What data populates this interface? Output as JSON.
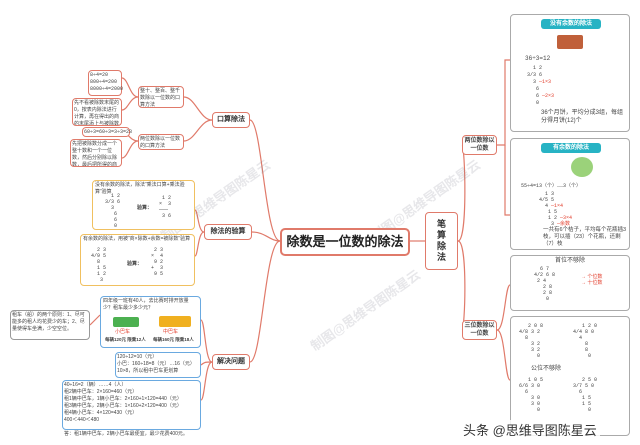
{
  "center_title": "除数是一位数的除法",
  "branches": {
    "oral": "口算除法",
    "check": "除法的验算",
    "problem": "解决问题",
    "written": "笔算除法"
  },
  "oral": {
    "examples": [
      "8÷4=20",
      "800÷4=200",
      "8000÷4=2000"
    ],
    "method1": "整十、整百、整千数除以一位数的口算方法",
    "note1": "先不看被除数末尾的0，按表内除法进行计算，再在得出的商的末尾添上与被除数末尾相同个数的0",
    "examples2": "60÷3=60÷3=3÷3=23",
    "method2": "两位数除以一位数的口算方法",
    "note2": "先把被除数分成一个整十数和一个一位数，然后分别除以除数，最后把所得的商相加"
  },
  "check": {
    "note1": "没有余数的除法，除法“乘法口算+乘法验算”验算",
    "label1": "验算：",
    "note2": "有余数的除法，用被“商×除数+余数=被除数”验算",
    "label2": "验算："
  },
  "problem": {
    "left_note": "租车（船）的两个原则：1、尽可能多的租人均花费少的车；2、尽量使得车坐满，少空空位。",
    "question": "四年级一班有40人，去比赛时排开放量少？租车最少多少元？",
    "bus_small": "小巴车",
    "bus_big": "中巴车",
    "small_info": "每辆120元 限乘12人",
    "big_info": "每辆160元 限乘18人",
    "calc1": "120÷12=10（元）",
    "calc2": "小巴：160÷18=8（元）…16（元）",
    "calc3": "10>8，所以租中巴车更划算",
    "sol1": "40÷16=2（辆）……4（人）",
    "sol2": "租2辆中巴车：2×160=460（元）",
    "sol3": "租1辆中巴车，1辆小巴车：2×160+1×120=440（元）",
    "sol4": "租3辆中巴车，2辆小巴车：1×160+2×120=400（元）",
    "sol5": "租4辆小巴车：4×120=430（元）",
    "sol6": "400＜440＜480",
    "sol7": "答：租1辆中巴车，2辆小巴车最便宜，最少花费400元。"
  },
  "written": {
    "two_digit": "两位数除以一位数",
    "three_digit": "三位数除以一位数",
    "tag1": "没有余数的除法",
    "tag2": "有余数的除法",
    "eq1": "36÷3=12",
    "note1": "36个月饼，平均分成3组，每组分得月饼(12)个",
    "eq2": "55÷4=13（个）……3（个）",
    "note2": "一共有6个桔子，平均每个花瓶插3枝，可以插（23）个花瓶，还剩（7）枝",
    "rule3": "首位不够除",
    "rule4": "公位不够除"
  },
  "footer": "头条 @思维导图陈星云",
  "watermarks": [
    "制图@思维导图陈星云",
    "制图@思维导图陈星云",
    "制图@思维导图陈星云"
  ],
  "colors": {
    "line": "#e07a6a",
    "accent": "#e23c2a",
    "tag": "#27b3c4",
    "center_border": "#e07a6a"
  }
}
